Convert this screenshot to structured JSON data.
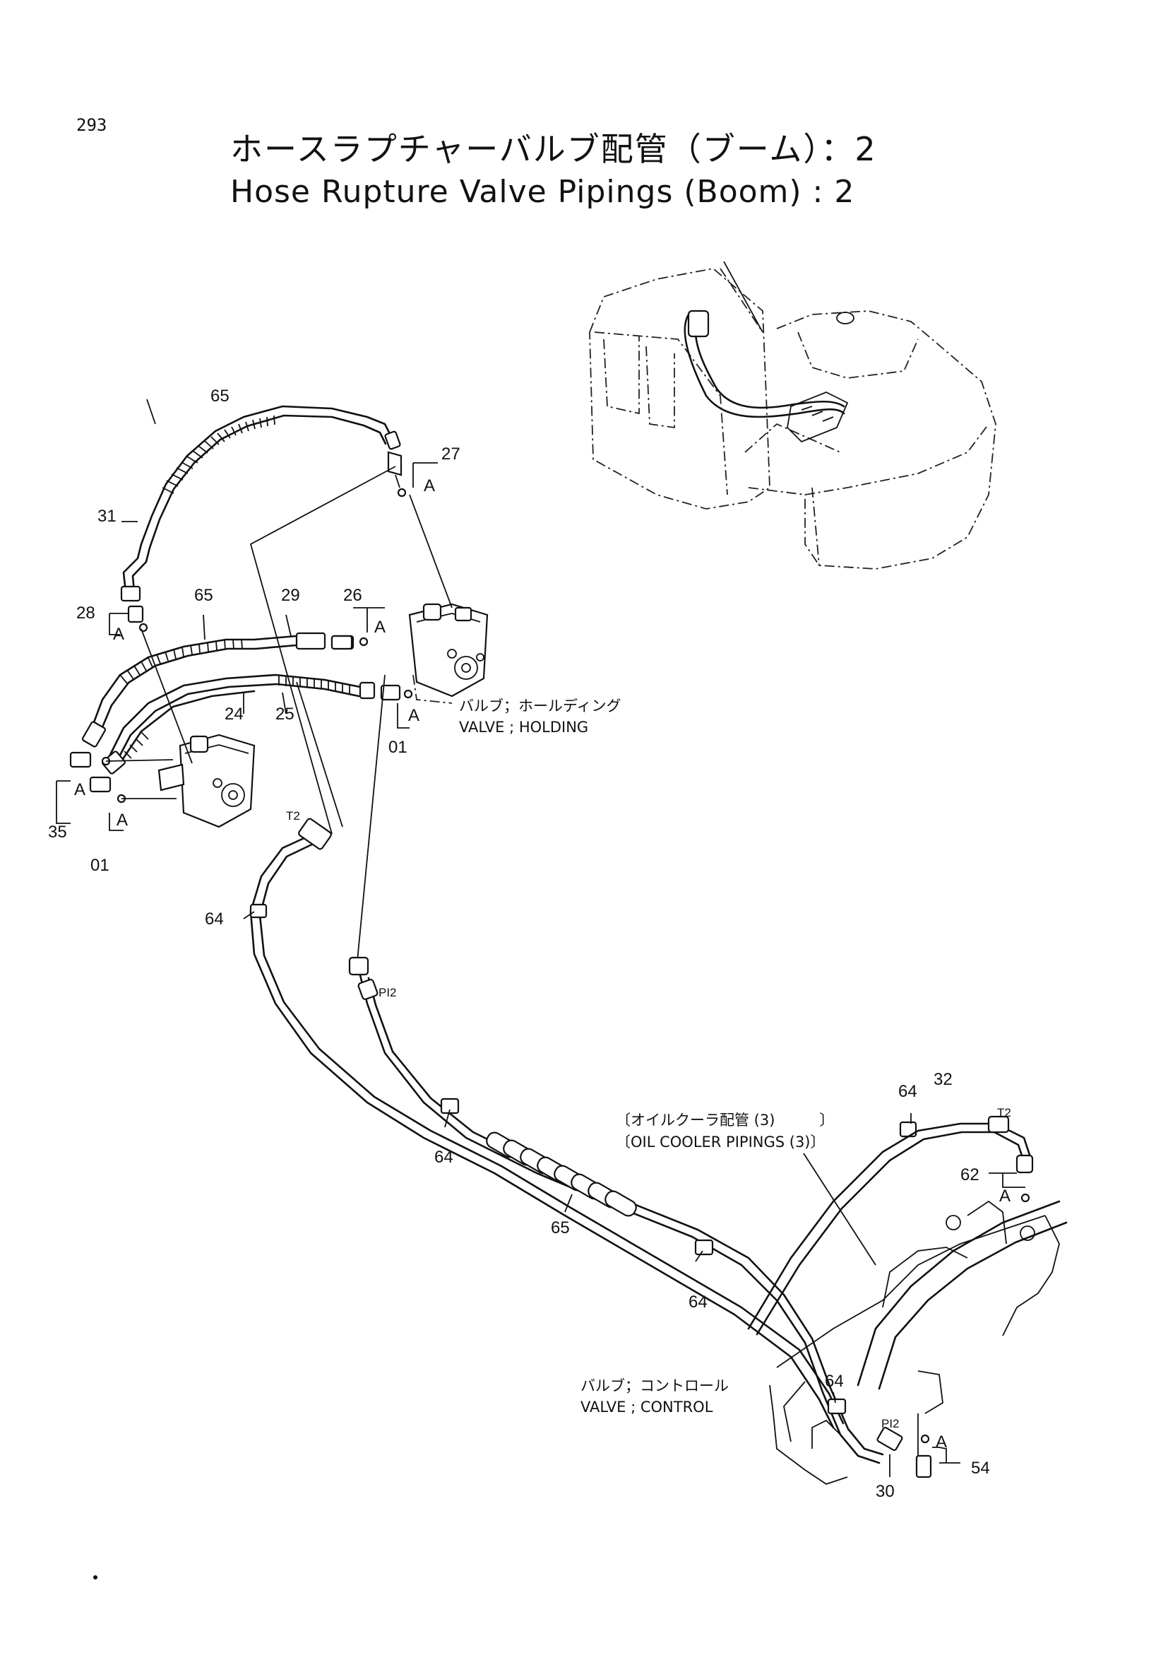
{
  "page": {
    "number": "293",
    "title_ja": "ホースラプチャーバルブ配管（ブーム）：2",
    "title_en": "Hose Rupture Valve Pipings (Boom) : 2"
  },
  "callouts": {
    "p65a": "65",
    "p31": "31",
    "p27": "27",
    "a27": "A",
    "p28": "28",
    "a28": "A",
    "p65b": "65",
    "p29": "29",
    "p26": "26",
    "a26": "A",
    "p24": "24",
    "p25": "25",
    "a01a": "A",
    "p01a": "01",
    "a35": "A",
    "p35": "35",
    "a01b": "A",
    "p01b": "01",
    "t2a": "T2",
    "p64a": "64",
    "pi2a": "PI2",
    "p64b": "64",
    "p65c": "65",
    "p64c": "64",
    "p64d": "64",
    "p32": "32",
    "t2b": "T2",
    "p62": "62",
    "a62": "A",
    "p64e": "64",
    "pi2b": "PI2",
    "a54": "A",
    "p54": "54",
    "p30": "30"
  },
  "captions": {
    "holding_ja": "バルブ；ホールディング",
    "holding_en": "VALVE ; HOLDING",
    "oilcooler_ja": "〔オイルクーラ配管 (3)　　　〕",
    "oilcooler_en": "〔OIL COOLER PIPINGS (3)〕",
    "control_ja": "バルブ；コントロール",
    "control_en": "VALVE ; CONTROL"
  }
}
